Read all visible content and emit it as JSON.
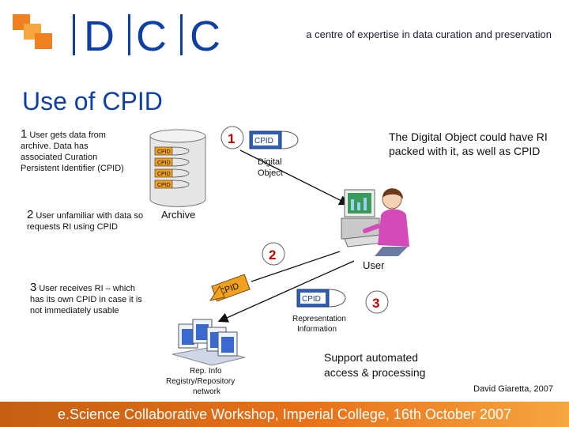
{
  "header": {
    "logo_letters": [
      "D",
      "C",
      "C"
    ],
    "tagline": "a centre of expertise in data curation and preservation",
    "colors": {
      "orange": "#f08020",
      "blue": "#0e3fa5"
    }
  },
  "title": "Use of CPID",
  "notes": [
    {
      "num": "1",
      "text": "User gets data from archive. Data has associated Curation Persistent Identifier (CPID)"
    },
    {
      "num": "2",
      "text": "User unfamiliar with data so requests RI using CPID"
    },
    {
      "num": "3",
      "text": "User receives RI – which has its own CPID in case it is not immediately usable"
    }
  ],
  "diagram": {
    "archive": {
      "label": "Archive",
      "cpid_labels": [
        "CPID",
        "CPID",
        "CPID",
        "CPID"
      ]
    },
    "digital_object": {
      "cpid": "CPID",
      "label_line1": "Digital",
      "label_line2": "Object"
    },
    "user": {
      "label": "User"
    },
    "representation_info": {
      "cpid": "CPID",
      "label_line1": "Representation",
      "label_line2": "Information"
    },
    "registry": {
      "line1": "Rep. Info",
      "line2": "Registry/Repository",
      "line3": "network"
    },
    "arrow_cpid": "CPID",
    "steps": [
      "1",
      "2",
      "3"
    ]
  },
  "digital_object_note": "The Digital Object could have RI packed with it, as well as CPID",
  "support_note": {
    "line1": "Support automated",
    "line2": "access & processing"
  },
  "credit": "David Giaretta, 2007",
  "footer": "e.Science Collaborative Workshop, Imperial College, 16th October 2007"
}
